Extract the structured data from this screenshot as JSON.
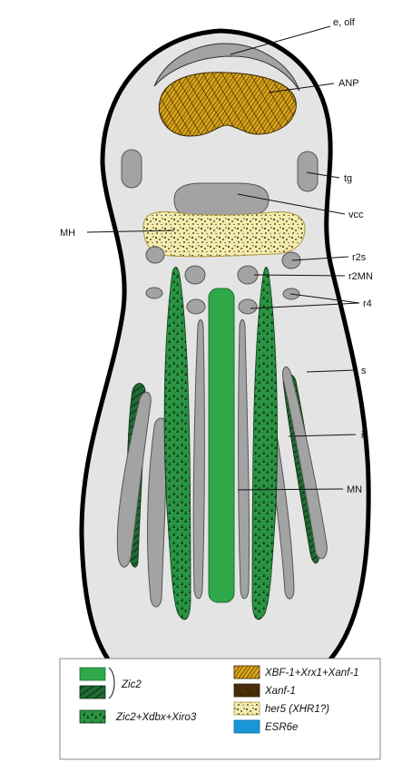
{
  "labels": {
    "e_olf": "e, olf",
    "anp": "ANP",
    "tg": "tg",
    "vcc": "vcc",
    "mh": "MH",
    "r2s": "r2s",
    "r2mn": "r2MN",
    "r4": "r4",
    "s": "s",
    "i": "i",
    "mn": "MN"
  },
  "legend": {
    "zic2": "Zic2",
    "zic2_xdbx_xiro3": "Zic2+Xdbx+Xiro3",
    "xbf1_xrx1_xanf1": "XBF-1+Xrx1+Xanf-1",
    "xanf1": "Xanf-1",
    "her5_name": "her5",
    "her5_alias": "(XHR1?)",
    "esr6e": "ESR6e"
  },
  "colors": {
    "embryo_fill": "#e4e4e4",
    "outline": "#000000",
    "structure_gray": "#a3a3a3",
    "zic2_green": "#2fa84a",
    "zic2_dark": "#1f6b33",
    "anp_yellow": "#d9a619",
    "mh_cream": "#f5ecac",
    "esr6e_blue": "#1996d6"
  }
}
